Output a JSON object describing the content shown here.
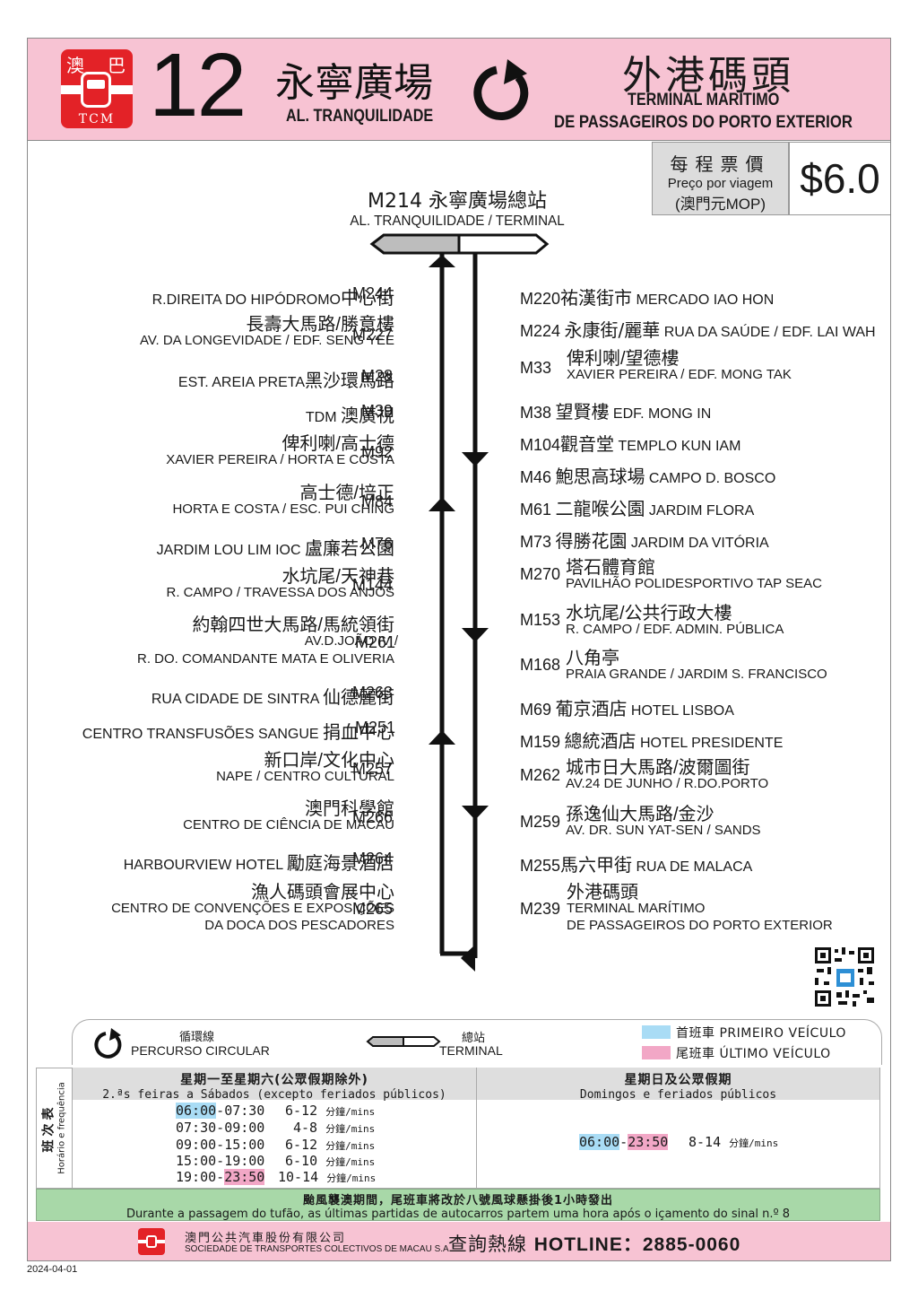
{
  "header": {
    "logo_zh_left": "澳",
    "logo_zh_right": "巴",
    "logo_tcm": "TCM",
    "route_number": "12",
    "origin_zh": "永寧廣場",
    "origin_pt": "AL. TRANQUILIDADE",
    "destination_zh": "外港碼頭",
    "destination_pt_1": "TERMINAL MARÍTIMO",
    "destination_pt_2": "DE PASSAGEIROS DO PORTO EXTERIOR"
  },
  "fare": {
    "label_zh": "每程票價",
    "label_pt": "Preço por viagem",
    "currency": "(澳門元MOP)",
    "value": "$6.0"
  },
  "terminal": {
    "code_zh": "M214 永寧廣場總站",
    "pt": "AL. TRANQUILIDADE / TERMINAL"
  },
  "stops_left": [
    {
      "pt": "R.DIREITA DO HIPÓDROMO",
      "zh": "中心街",
      "code": "M244"
    },
    {
      "zh": "長壽大馬路/勝意樓",
      "pt": "AV. DA LONGEVIDADE / EDF. SENG YEE",
      "code": "M227"
    },
    {
      "pt": "EST. AREIA PRETA",
      "zh": "黑沙環馬路",
      "code": "M28"
    },
    {
      "pt": "TDM",
      "zh": "澳廣視",
      "code": "M39"
    },
    {
      "zh": "俾利喇/高士德",
      "pt": "XAVIER PEREIRA / HORTA E COSTA",
      "code": "M92"
    },
    {
      "zh": "高士德/培正",
      "pt": "HORTA E COSTA / ESC. PUI CHING",
      "code": "M84"
    },
    {
      "pt": "JARDIM LOU LIM IOC",
      "zh": "盧廉若公園",
      "code": "M76"
    },
    {
      "zh": "水坑尾/天神巷",
      "pt": "R. CAMPO / TRAVESSA DOS ANJOS",
      "code": "M144"
    },
    {
      "zh": "約翰四世大馬路/馬統領街",
      "pt": "AV.D.JOÃO IV /",
      "pt2": "R. DO. COMANDANTE MATA E OLIVERIA",
      "code": "M261"
    },
    {
      "pt": "RUA CIDADE DE SINTRA",
      "zh": "仙德麗街",
      "code": "M263"
    },
    {
      "pt": "CENTRO TRANSFUSÕES SANGUE",
      "zh": "捐血中心",
      "code": "M251"
    },
    {
      "zh": "新口岸/文化中心",
      "pt": "NAPE / CENTRO  CULTURAL",
      "code": "M257"
    },
    {
      "zh": "澳門科學館",
      "pt": "CENTRO DE CIÊNCIA DE MACAU",
      "code": "M266"
    },
    {
      "pt": "HARBOURVIEW HOTEL",
      "zh": "勵庭海景酒店",
      "code": "M264"
    },
    {
      "zh": "漁人碼頭會展中心",
      "pt": "CENTRO DE CONVENÇÕES E EXPOSIÇÕES",
      "pt2": "DA DOCA DOS PESCADORES",
      "code": "M265"
    }
  ],
  "stops_right": [
    {
      "code": "M220",
      "zh": "祐漢街市",
      "pt": "MERCADO IAO HON"
    },
    {
      "code": "M224",
      "zh": "永康街/麗華",
      "pt": "RUA DA SAÚDE / EDF. LAI WAH"
    },
    {
      "code": "M33",
      "zh": "俾利喇/望德樓",
      "pt": "XAVIER PEREIRA / EDF. MONG TAK"
    },
    {
      "code": "M38",
      "zh": "望賢樓",
      "pt": "EDF. MONG IN"
    },
    {
      "code": "M104",
      "zh": "觀音堂",
      "pt": "TEMPLO KUN IAM"
    },
    {
      "code": "M46",
      "zh": "鮑思高球場",
      "pt": "CAMPO D. BOSCO"
    },
    {
      "code": "M61",
      "zh": "二龍喉公園",
      "pt": "JARDIM FLORA"
    },
    {
      "code": "M73",
      "zh": "得勝花園",
      "pt": "JARDIM DA VITÓRIA"
    },
    {
      "code": "M270",
      "zh": "塔石體育館",
      "pt": "PAVILHÃO POLIDESPORTIVO TAP SEAC"
    },
    {
      "code": "M153",
      "zh": "水坑尾/公共行政大樓",
      "pt": "R. CAMPO / EDF. ADMIN. PÚBLICA"
    },
    {
      "code": "M168",
      "zh": "八角亭",
      "pt": "PRAIA GRANDE / JARDIM S. FRANCISCO"
    },
    {
      "code": "M69",
      "zh": "葡京酒店",
      "pt": "HOTEL LISBOA"
    },
    {
      "code": "M159",
      "zh": "總統酒店",
      "pt": "HOTEL PRESIDENTE"
    },
    {
      "code": "M262",
      "zh": "城市日大馬路/波爾圖街",
      "pt": "AV.24 DE JUNHO / R.DO.PORTO"
    },
    {
      "code": "M259",
      "zh": "孫逸仙大馬路/金沙",
      "pt": "AV. DR. SUN YAT-SEN / SANDS"
    },
    {
      "code": "M255",
      "zh": "馬六甲街",
      "pt": "RUA DE MALACA"
    },
    {
      "code": "M239",
      "zh": "外港碼頭",
      "pt": "TERMINAL MARÍTIMO",
      "pt2": "DE PASSAGEIROS DO PORTO EXTERIOR"
    }
  ],
  "legend": {
    "circular_zh": "循環線",
    "circular_pt": "PERCURSO CIRCULAR",
    "terminal_zh": "總站",
    "terminal_pt": "TERMINAL",
    "first_label": "首班車 PRIMEIRO VEÍCULO",
    "last_label": "尾班車 ÚLTIMO VEÍCULO",
    "first_color": "#a9dcf5",
    "last_color": "#f2a7c6"
  },
  "timetable": {
    "side_zh": "班次表",
    "side_pt": "Horário e frequência",
    "weekday_zh": "星期一至星期六(公眾假期除外)",
    "weekday_pt": "2.ªs feiras a Sábados (excepto feriados públicos)",
    "holiday_zh": "星期日及公眾假期",
    "holiday_pt": "Domingos e feriados públicos",
    "unit": "分鐘/mins",
    "weekday_rows": [
      {
        "start": "06:00",
        "end": "07:30",
        "freq": "6-12"
      },
      {
        "start": "07:30",
        "end": "09:00",
        "freq": "4-8"
      },
      {
        "start": "09:00",
        "end": "15:00",
        "freq": "6-12"
      },
      {
        "start": "15:00",
        "end": "19:00",
        "freq": "6-10"
      },
      {
        "start": "19:00",
        "end": "23:50",
        "freq": "10-14"
      }
    ],
    "holiday_row": {
      "start": "06:00",
      "end": "23:50",
      "freq": "8-14"
    }
  },
  "typhoon": {
    "zh": "颱風襲澳期間，尾班車將改於八號風球懸掛後1小時發出",
    "pt": "Durante a passagem do tufão, as últimas partidas de autocarros partem uma hora após o içamento do sinal n.º 8"
  },
  "footer": {
    "company_zh": "澳門公共汽車股份有限公司",
    "company_pt": "SOCIEDADE DE TRANSPORTES COLECTIVOS DE MACAU S.A.",
    "hotline_zh": "查詢熱線",
    "hotline_label": "HOTLINE：",
    "hotline_number": "2885-0060"
  },
  "date": "2024-04-01"
}
